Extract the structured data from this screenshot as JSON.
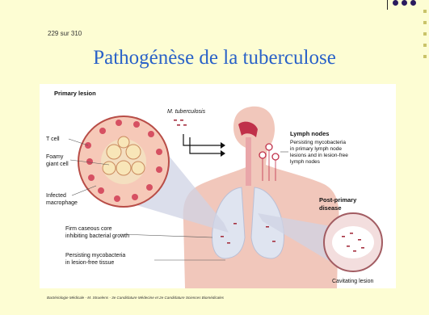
{
  "slide": {
    "page_number": "229 sur 310",
    "title": "Pathogénèse de la tuberculose",
    "footer": "Bactériologie Médicale - M. Struelens - 3e Candidature Médecine et 2e Candidature Sciences Biomédicales"
  },
  "figure": {
    "primary_lesion": "Primary lesion",
    "t_cell": "T cell",
    "foamy_1": "Foamy",
    "foamy_2": "giant cell",
    "infected_1": "Infected",
    "infected_2": "macrophage",
    "caseous_1": "Firm caseous core",
    "caseous_2": "inhibiting bacterial growth",
    "persisting_1": "Persisting mycobacteria",
    "persisting_2": "in lesion-free tissue",
    "mtb": "M. tuberculosis",
    "lymph_title": "Lymph nodes",
    "lymph_1": "Persisting mycobacteria",
    "lymph_2": "in primary lymph node",
    "lymph_3": "lesions and in lesion-free",
    "lymph_4": "lymph nodes",
    "post_1": "Post-primary",
    "post_2": "disease",
    "cavitating": "Cavitating lesion"
  },
  "colors": {
    "background": "#fdfdd3",
    "title": "#2a62c8",
    "figure_background": "#ffffff",
    "tissue": "#f1c7bb",
    "vessel": "#c0314a"
  }
}
